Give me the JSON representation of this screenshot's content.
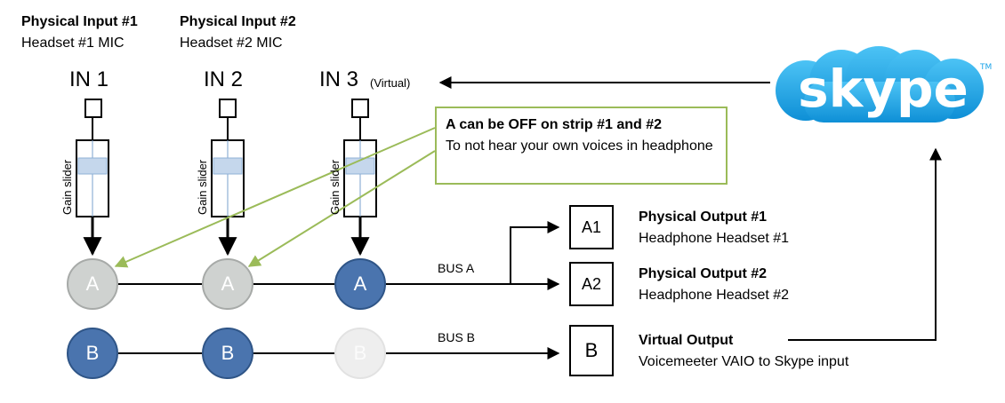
{
  "inputs": [
    {
      "title": "Physical Input #1",
      "subtitle": "Headset #1 MIC"
    },
    {
      "title": "Physical Input #2",
      "subtitle": "Headset #2 MIC"
    }
  ],
  "strips": [
    {
      "label": "IN 1",
      "slider_label": "Gain slider"
    },
    {
      "label": "IN 2",
      "slider_label": "Gain slider"
    },
    {
      "label": "IN 3",
      "virtual_tag": "(Virtual)",
      "slider_label": "Gain slider"
    }
  ],
  "bus_nodes": {
    "a": [
      "A",
      "A",
      "A"
    ],
    "b": [
      "B",
      "B",
      "B"
    ]
  },
  "buses": {
    "a_label": "BUS A",
    "b_label": "BUS B"
  },
  "note": {
    "title": "A can be OFF on strip #1 and #2",
    "body": "To not hear your own voices in headphone"
  },
  "outputs": [
    {
      "box": "A1",
      "title": "Physical Output #1",
      "subtitle": "Headphone Headset #1"
    },
    {
      "box": "A2",
      "title": "Physical Output #2",
      "subtitle": "Headphone Headset #2"
    },
    {
      "box": "B",
      "title": "Virtual Output",
      "subtitle": "Voicemeeter VAIO to Skype input"
    }
  ],
  "skype": {
    "logo_text": "skype",
    "tm": "TM"
  },
  "colors": {
    "node_on": "#4a74ae",
    "node_dim": "#cfd2d0",
    "node_off": "#eeeeee",
    "note_border": "#9bbb59",
    "green_arrow": "#9bbb59",
    "skype_blue": "#1aa3e8"
  }
}
